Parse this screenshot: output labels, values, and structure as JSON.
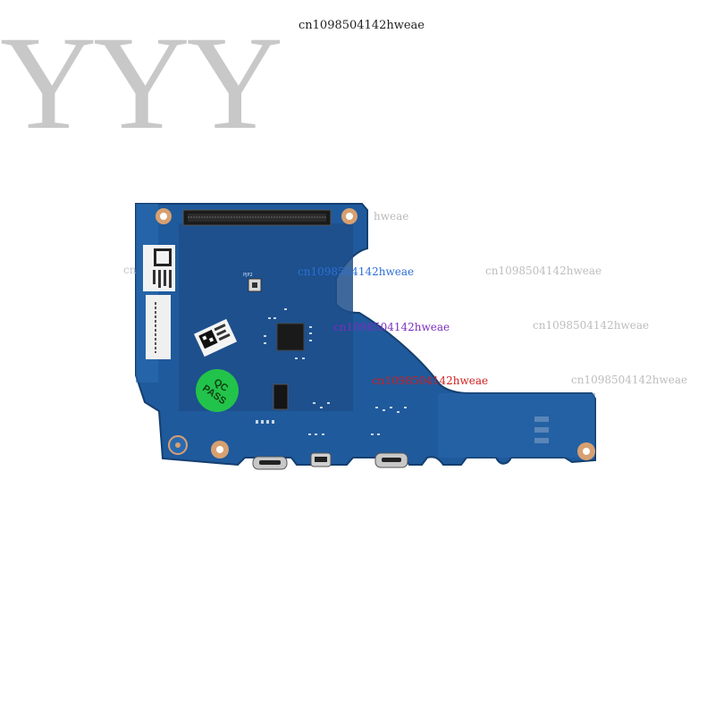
{
  "logo": {
    "text": "YYY",
    "color": "#c8c8c8"
  },
  "watermarks": {
    "top": "cn1098504142hweae",
    "blue": "cn1098504142hweae",
    "purple": "cn1098504142hweae",
    "red": "cn1098504142hweae",
    "ghost_1": "hweae",
    "ghost_2": "cn",
    "ghost_3": "cn1098504142hweae",
    "ghost_4": "cn1098504142hweae",
    "ghost_5": "cn1098504142hweae"
  },
  "board": {
    "pcb_color": "#1f5a9c",
    "qc_sticker": {
      "line1": "QC",
      "line2": "PASS",
      "color": "#22c34a"
    },
    "silkscreen_label": "PJP2"
  }
}
